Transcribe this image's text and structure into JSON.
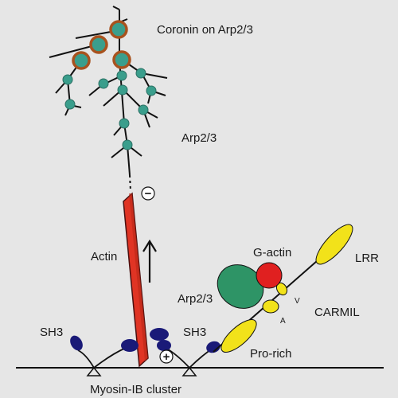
{
  "labels": {
    "coronin": "Coronin on Arp2/3",
    "arp23_top": "Arp2/3",
    "minus": "−",
    "actin": "Actin",
    "plus": "+",
    "sh3_left": "SH3",
    "sh3_right": "SH3",
    "myosin": "Myosin-IB cluster",
    "g_actin": "G-actin",
    "lrr": "LRR",
    "arp23_bottom": "Arp2/3",
    "v": "V",
    "a": "A",
    "carmil": "CARMIL",
    "pro_rich": "Pro-rich"
  },
  "colors": {
    "background": "#e6e6e6",
    "actin_filament": "#e03424",
    "arp_node": "#3a9e8c",
    "coronin_ring": "#a8521e",
    "myosin": "#1a1a78",
    "arp23_complex": "#2e9466",
    "g_actin": "#e02020",
    "carmil_domains": "#f2e21a"
  }
}
